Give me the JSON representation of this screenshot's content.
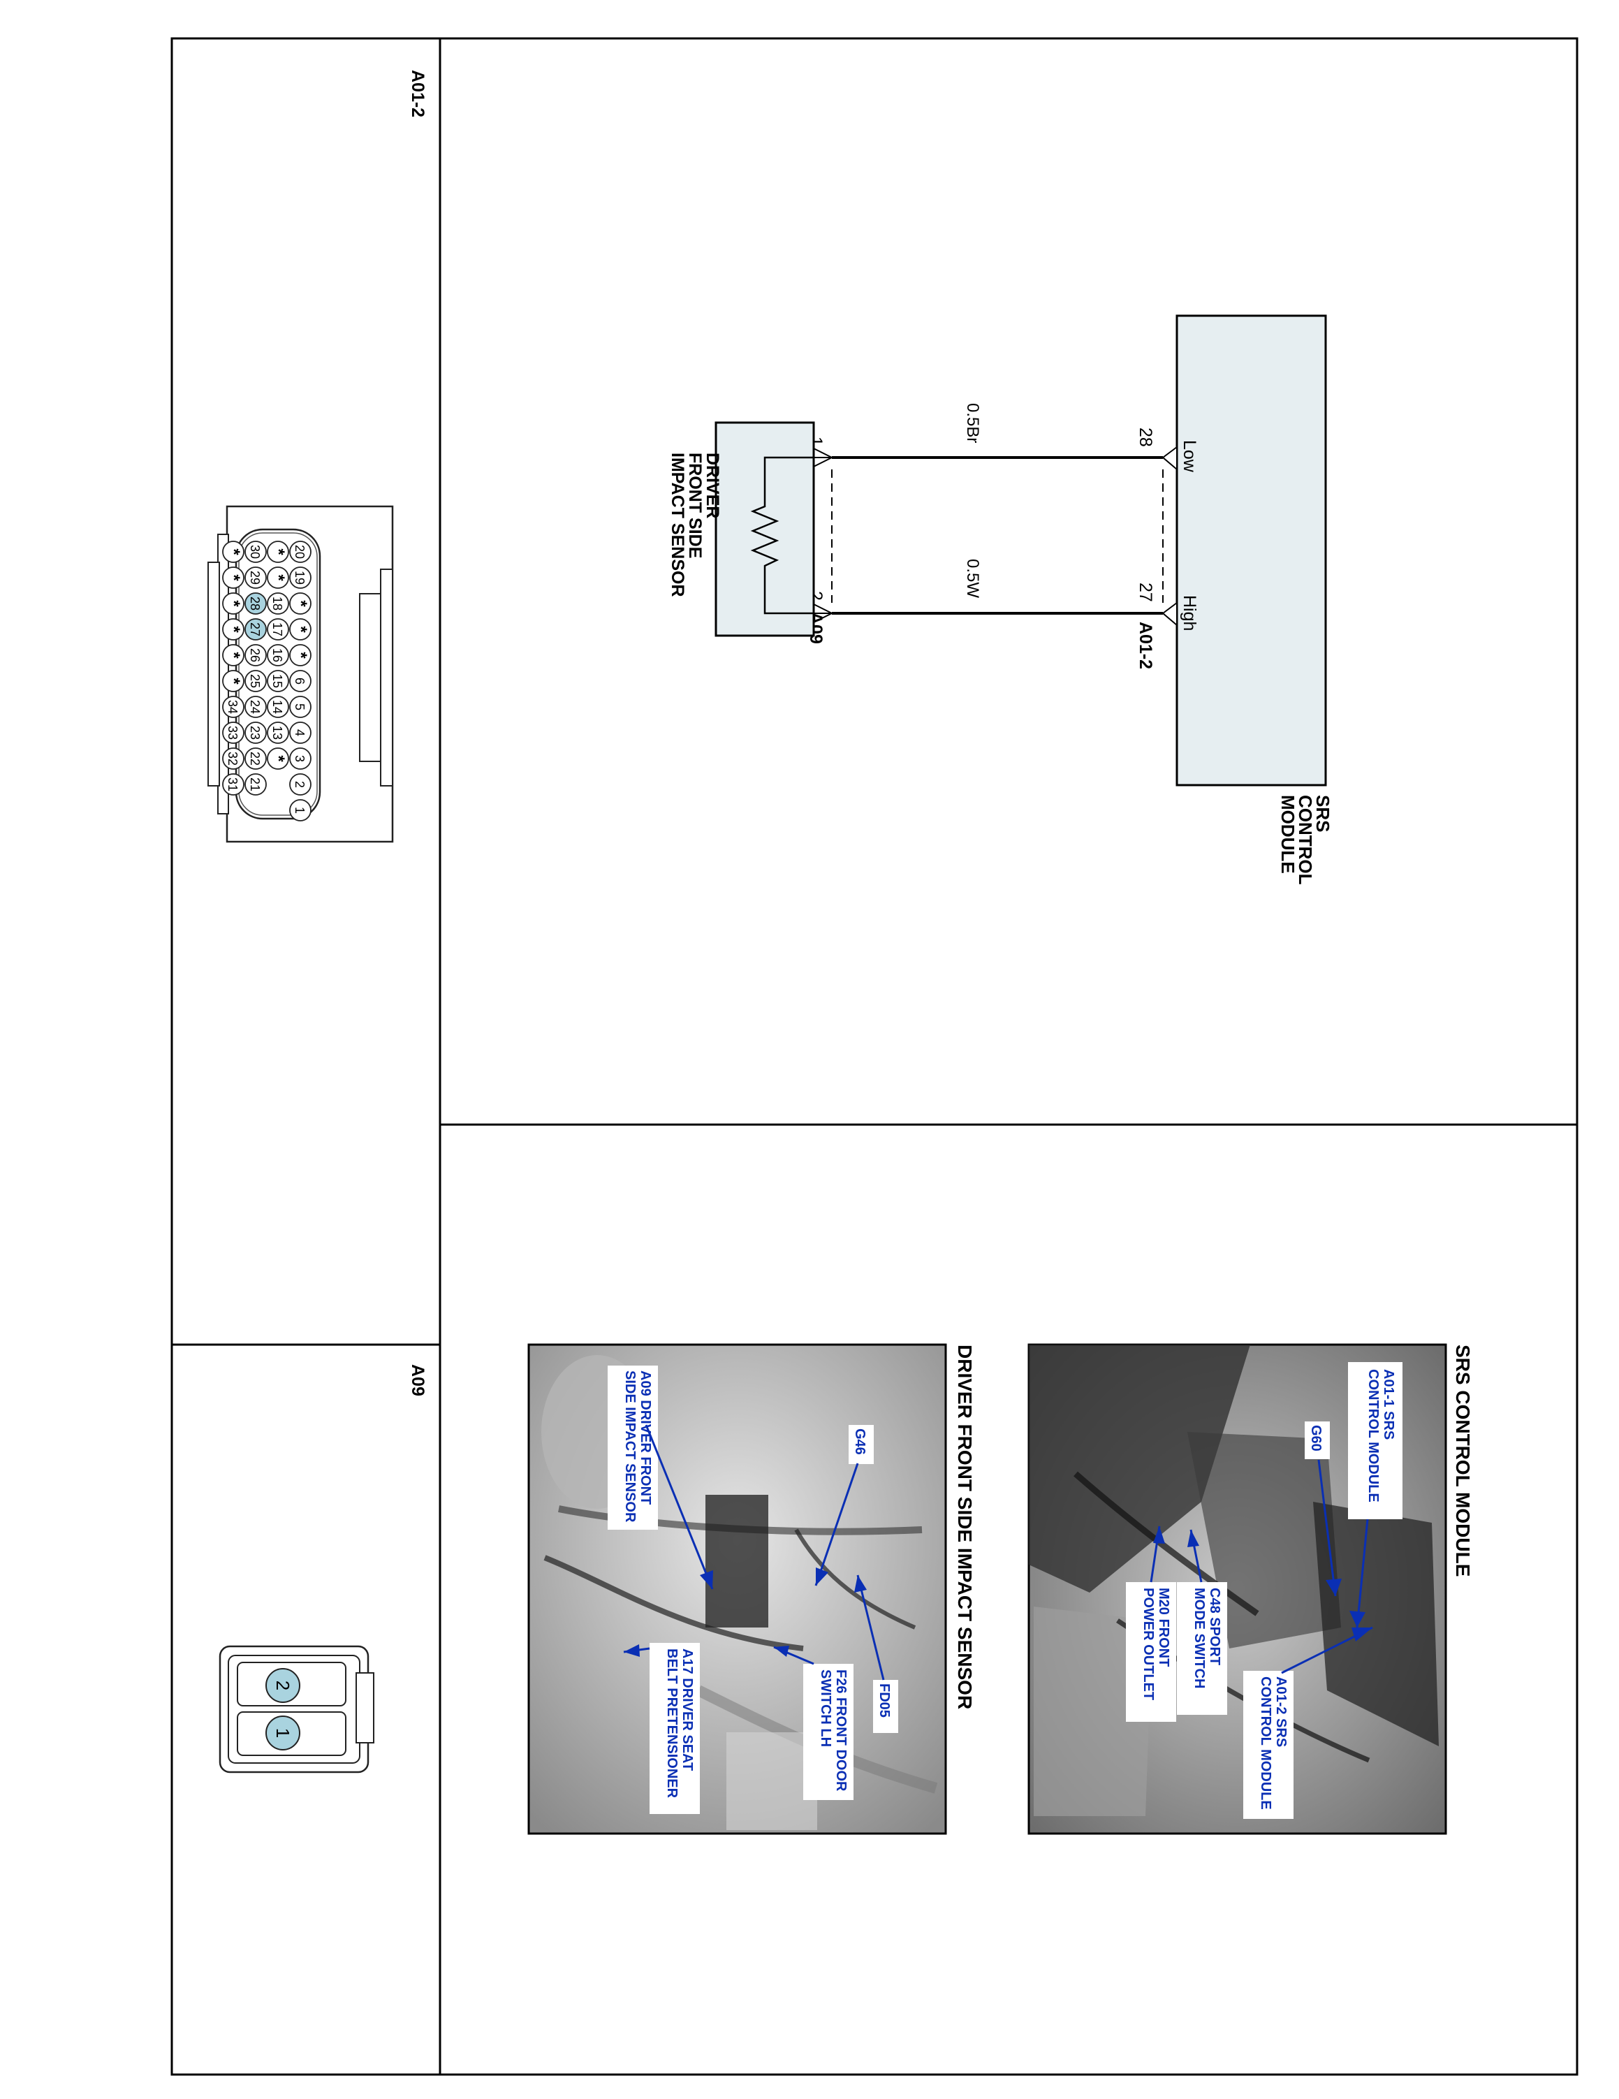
{
  "connector_a01_2": {
    "id": "A01-2",
    "pins": [
      [
        "20",
        "19",
        "*",
        "*",
        "*",
        "6",
        "5",
        "4",
        "3",
        "2",
        "1"
      ],
      [
        "*",
        "*",
        "18",
        "17",
        "16",
        "15",
        "14",
        "13",
        "*",
        "",
        ""
      ],
      [
        "30",
        "29",
        "28",
        "27",
        "26",
        "25",
        "24",
        "23",
        "22",
        "21",
        ""
      ],
      [
        "*",
        "*",
        "*",
        "*",
        "*",
        "*",
        "34",
        "33",
        "32",
        "31",
        ""
      ]
    ]
  },
  "connector_a09": {
    "id": "A09",
    "pins": [
      "2",
      "1"
    ]
  },
  "schematic": {
    "module_title": [
      "SRS",
      "CONTROL",
      "MODULE"
    ],
    "module_connector": "A01-2",
    "pin_low_label": "Low",
    "pin_high_label": "High",
    "pin_low_number": "28",
    "pin_high_number": "27",
    "wire_low": "0.5Br",
    "wire_high": "0.5W",
    "sensor_title": [
      "DRIVER",
      "FRONT SIDE",
      "IMPACT SENSOR"
    ],
    "sensor_connector": "A09",
    "sensor_pin_1": "1",
    "sensor_pin_2": "2"
  },
  "photos": {
    "srs_title": "SRS CONTROL MODULE",
    "srs_labels": {
      "a01_1": [
        "A01-1 SRS",
        "CONTROL MODULE"
      ],
      "g60": "G60",
      "a01_2": [
        "A01-2 SRS",
        "CONTROL MODULE"
      ],
      "c48": [
        "C48 SPORT",
        "MODE SWITCH"
      ],
      "m20": [
        "M20 FRONT",
        "POWER OUTLET"
      ]
    },
    "sensor_title": "DRIVER FRONT SIDE IMPACT SENSOR",
    "sensor_labels": {
      "a09": [
        "A09 DRIVER FRONT",
        "SIDE IMPACT SENSOR"
      ],
      "g46": "G46",
      "fd05": "FD05",
      "f26": [
        "F26 FRONT DOOR",
        "SWITCH LH"
      ],
      "a17": [
        "A17 DRIVER SEAT",
        "BELT PRETENSIONER"
      ]
    }
  },
  "colors": {
    "line": "#000000",
    "module_fill": "#e6eef1",
    "highlight_pin": "#a9d3df",
    "callout_text": "#0a2fb4"
  }
}
